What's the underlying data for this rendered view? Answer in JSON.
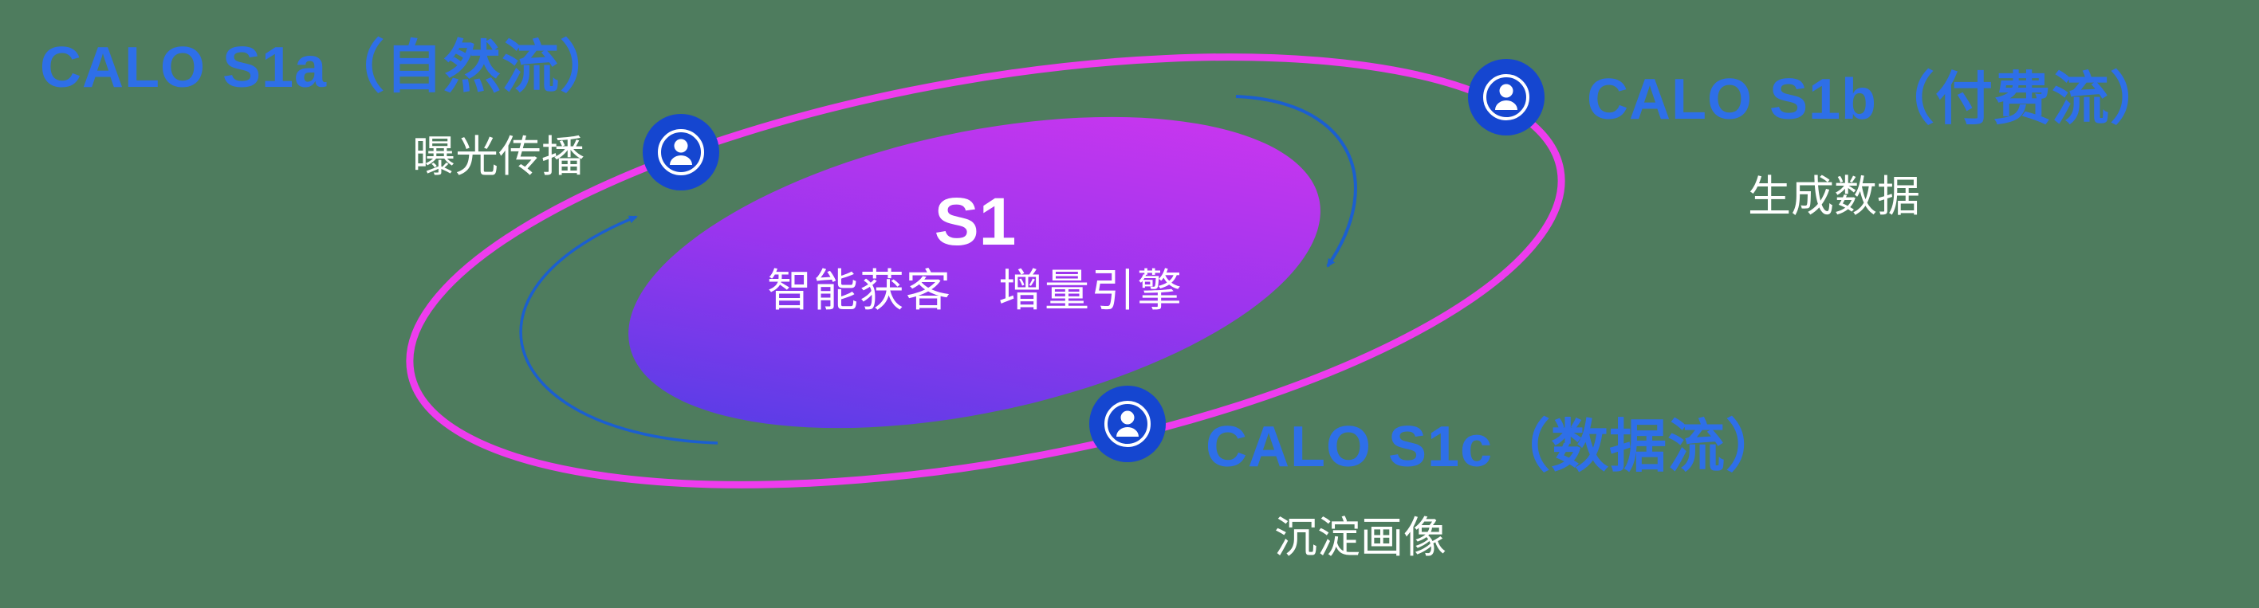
{
  "diagram": {
    "center": {
      "title": "S1",
      "subtitle": "智能获客　增量引擎"
    },
    "nodes": [
      {
        "id": "s1a",
        "label": "CALO S1a（自然流）",
        "sublabel": "曝光传播"
      },
      {
        "id": "s1b",
        "label": "CALO S1b（付费流）",
        "sublabel": "生成数据"
      },
      {
        "id": "s1c",
        "label": "CALO S1c（数据流）",
        "sublabel": "沉淀画像"
      }
    ]
  },
  "colors": {
    "background": "#4e7c5e",
    "orbit_pink": "#ee3cee",
    "node_blue": "#1546d0",
    "label_blue": "#2e6fe8",
    "arrow_blue": "#1b5fd0",
    "gradient_start": "#4440e4",
    "gradient_mid": "#9a35ee",
    "gradient_end": "#d837ef",
    "icon_white": "#ffffff"
  }
}
